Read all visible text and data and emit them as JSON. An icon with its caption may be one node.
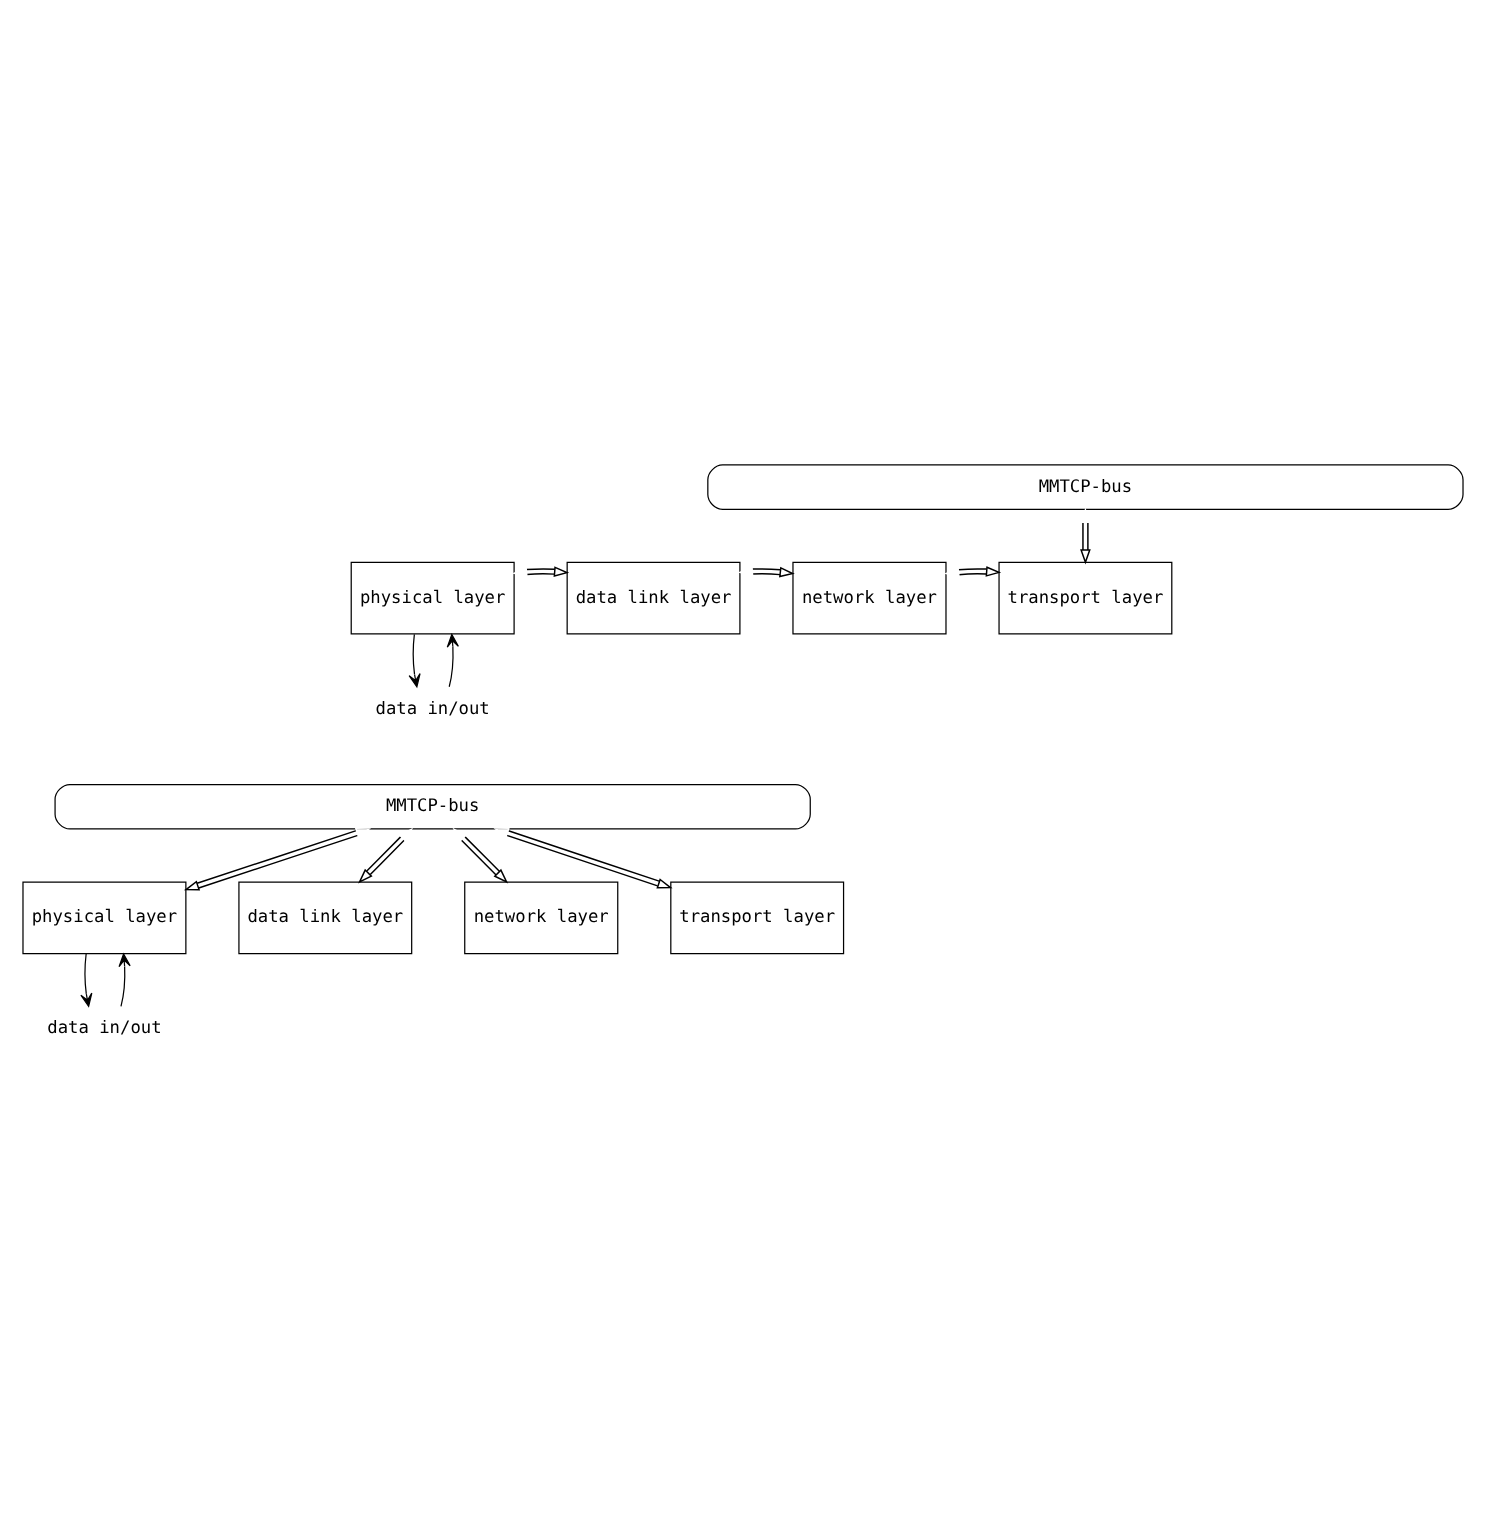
{
  "diagram": {
    "nodes": [
      {
        "text": [
          "MMTCP-bus"
        ]
      },
      {
        "text": [
          "physical layer"
        ]
      },
      {
        "text": [
          "data link layer"
        ]
      },
      {
        "text": [
          "network layer"
        ]
      },
      {
        "text": [
          "transport layer"
        ]
      },
      {
        "text": [
          "data in/out"
        ]
      },
      {
        "text": [
          "MMTCP-bus"
        ]
      },
      {
        "text": [
          "physical layer"
        ]
      },
      {
        "text": [
          "data link layer"
        ]
      },
      {
        "text": [
          "network layer"
        ]
      },
      {
        "text": [
          "transport layer"
        ]
      },
      {
        "text": [
          "data in/out"
        ]
      }
    ],
    "edges": [
      {
        "from": 1,
        "to": 2,
        "arrow": "both"
      },
      {
        "from": 2,
        "to": 3,
        "arrow": "both"
      },
      {
        "from": 3,
        "to": 4,
        "arrow": "both"
      },
      {
        "from": 0,
        "to": 4,
        "arrow": "both"
      },
      {
        "from": 1,
        "to": 5,
        "arrow": "to"
      },
      {
        "from": 5,
        "to": 1,
        "arrow": "to"
      },
      {
        "from": 6,
        "to": 7,
        "arrow": "both"
      },
      {
        "from": 6,
        "to": 8,
        "arrow": "both"
      },
      {
        "from": 6,
        "to": 9,
        "arrow": "both"
      },
      {
        "from": 6,
        "to": 10,
        "arrow": "both"
      },
      {
        "from": 7,
        "to": 11,
        "arrow": "to"
      },
      {
        "from": 11,
        "to": 7,
        "arrow": "to"
      }
    ]
  }
}
